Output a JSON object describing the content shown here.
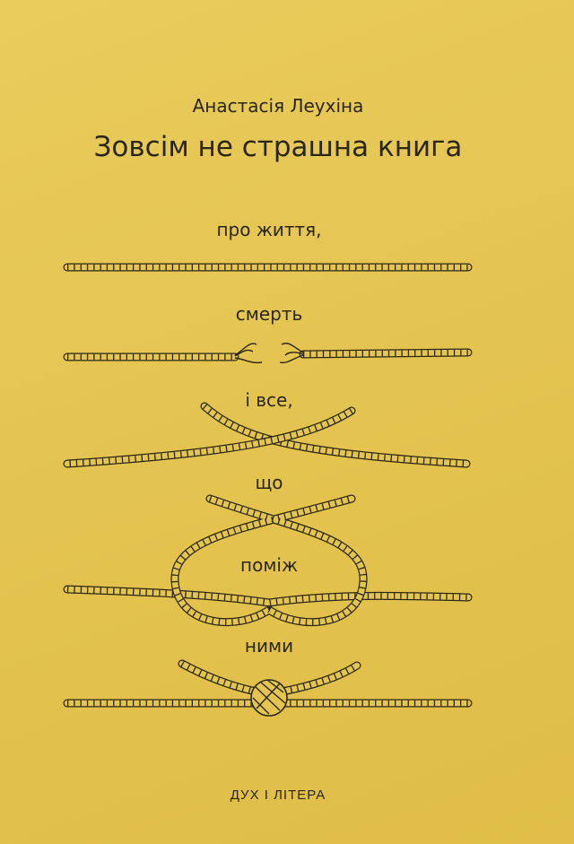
{
  "cover": {
    "author": "Анастасія Леухіна",
    "title": "Зовсім не страшна книга",
    "subtitle_lines": [
      "про життя,",
      "смерть",
      "і все,",
      "що",
      "поміж",
      "ними"
    ],
    "publisher": "ДУХ І ЛІТЕРА",
    "colors": {
      "background": "#e4c552",
      "ink": "#2b2616"
    }
  }
}
